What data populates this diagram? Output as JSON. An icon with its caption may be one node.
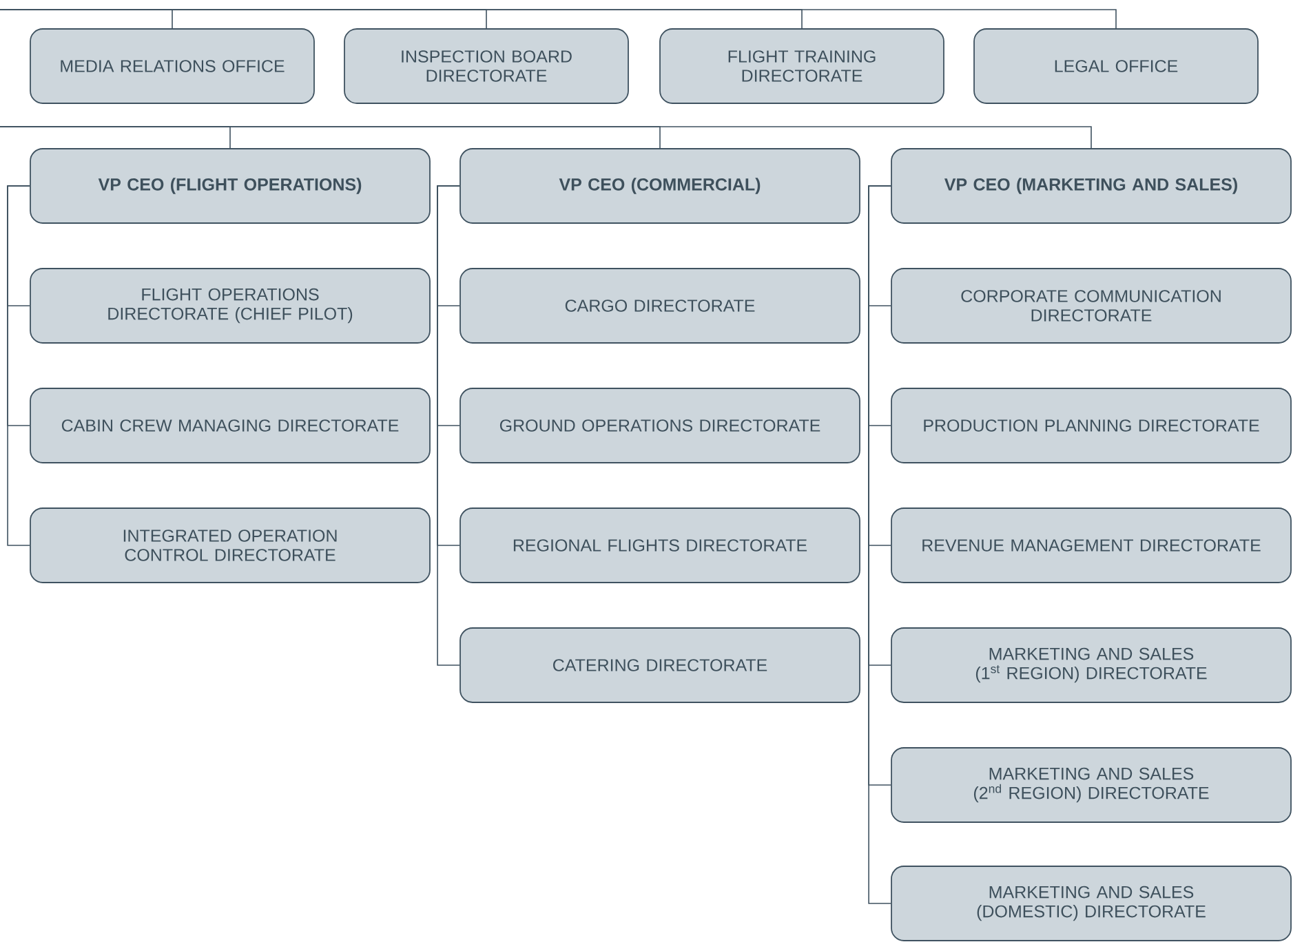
{
  "diagram": {
    "nodes": [
      {
        "text": [
          "MEDIA RELATIONS OFFICE"
        ]
      },
      {
        "text": [
          "INSPECTION BOARD DIRECTORATE"
        ]
      },
      {
        "text": [
          "FLIGHT TRAINING DIRECTORATE"
        ]
      },
      {
        "text": [
          "LEGAL OFFICE"
        ]
      },
      {
        "text": [
          "VP CEO (FLIGHT OPERATIONS)"
        ]
      },
      {
        "text": [
          "FLIGHT OPERATIONS DIRECTORATE (CHIEF PILOT)"
        ]
      },
      {
        "text": [
          "CABIN CREW MANAGING DIRECTORATE"
        ]
      },
      {
        "text": [
          "INTEGRATED OPERATION CONTROL DIRECTORATE"
        ]
      },
      {
        "text": [
          "VP CEO (COMMERCIAL)"
        ]
      },
      {
        "text": [
          "CARGO DIRECTORATE"
        ]
      },
      {
        "text": [
          "GROUND OPERATIONS DIRECTORATE"
        ]
      },
      {
        "text": [
          "REGIONAL FLIGHTS DIRECTORATE"
        ]
      },
      {
        "text": [
          "CATERING DIRECTORATE"
        ]
      },
      {
        "text": [
          "VP CEO (MARKETING AND SALES)"
        ]
      },
      {
        "text": [
          "CORPORATE COMMUNICATION DIRECTORATE"
        ]
      },
      {
        "text": [
          "PRODUCTION PLANNING DIRECTORATE"
        ]
      },
      {
        "text": [
          "REVENUE MANAGEMENT DIRECTORATE"
        ]
      },
      {
        "text": [
          "MARKETING AND SALES (1$^{st}$ REGION) DIRECTORATE"
        ]
      },
      {
        "text": [
          "MARKETING AND SALES (2$^{nd}$ REGION) DIRECTORATE"
        ]
      },
      {
        "text": [
          "MARKETING AND SALES (DOMESTIC) DIRECTORATE"
        ]
      }
    ],
    "edges": [
      {
        "from": null,
        "to": 0,
        "arrow": "none"
      },
      {
        "from": null,
        "to": 1,
        "arrow": "none"
      },
      {
        "from": null,
        "to": 2,
        "arrow": "none"
      },
      {
        "from": null,
        "to": 3,
        "arrow": "none"
      },
      {
        "from": null,
        "to": 4,
        "arrow": "none"
      },
      {
        "from": null,
        "to": 8,
        "arrow": "none"
      },
      {
        "from": null,
        "to": 13,
        "arrow": "none"
      },
      {
        "from": 4,
        "to": 5,
        "arrow": "none"
      },
      {
        "from": 4,
        "to": 6,
        "arrow": "none"
      },
      {
        "from": 4,
        "to": 7,
        "arrow": "none"
      },
      {
        "from": 8,
        "to": 9,
        "arrow": "none"
      },
      {
        "from": 8,
        "to": 10,
        "arrow": "none"
      },
      {
        "from": 8,
        "to": 11,
        "arrow": "none"
      },
      {
        "from": 8,
        "to": 12,
        "arrow": "none"
      },
      {
        "from": 13,
        "to": 14,
        "arrow": "none"
      },
      {
        "from": 13,
        "to": 15,
        "arrow": "none"
      },
      {
        "from": 13,
        "to": 16,
        "arrow": "none"
      },
      {
        "from": 13,
        "to": 17,
        "arrow": "none"
      },
      {
        "from": 13,
        "to": 18,
        "arrow": "none"
      },
      {
        "from": 13,
        "to": 19,
        "arrow": "none"
      }
    ]
  }
}
